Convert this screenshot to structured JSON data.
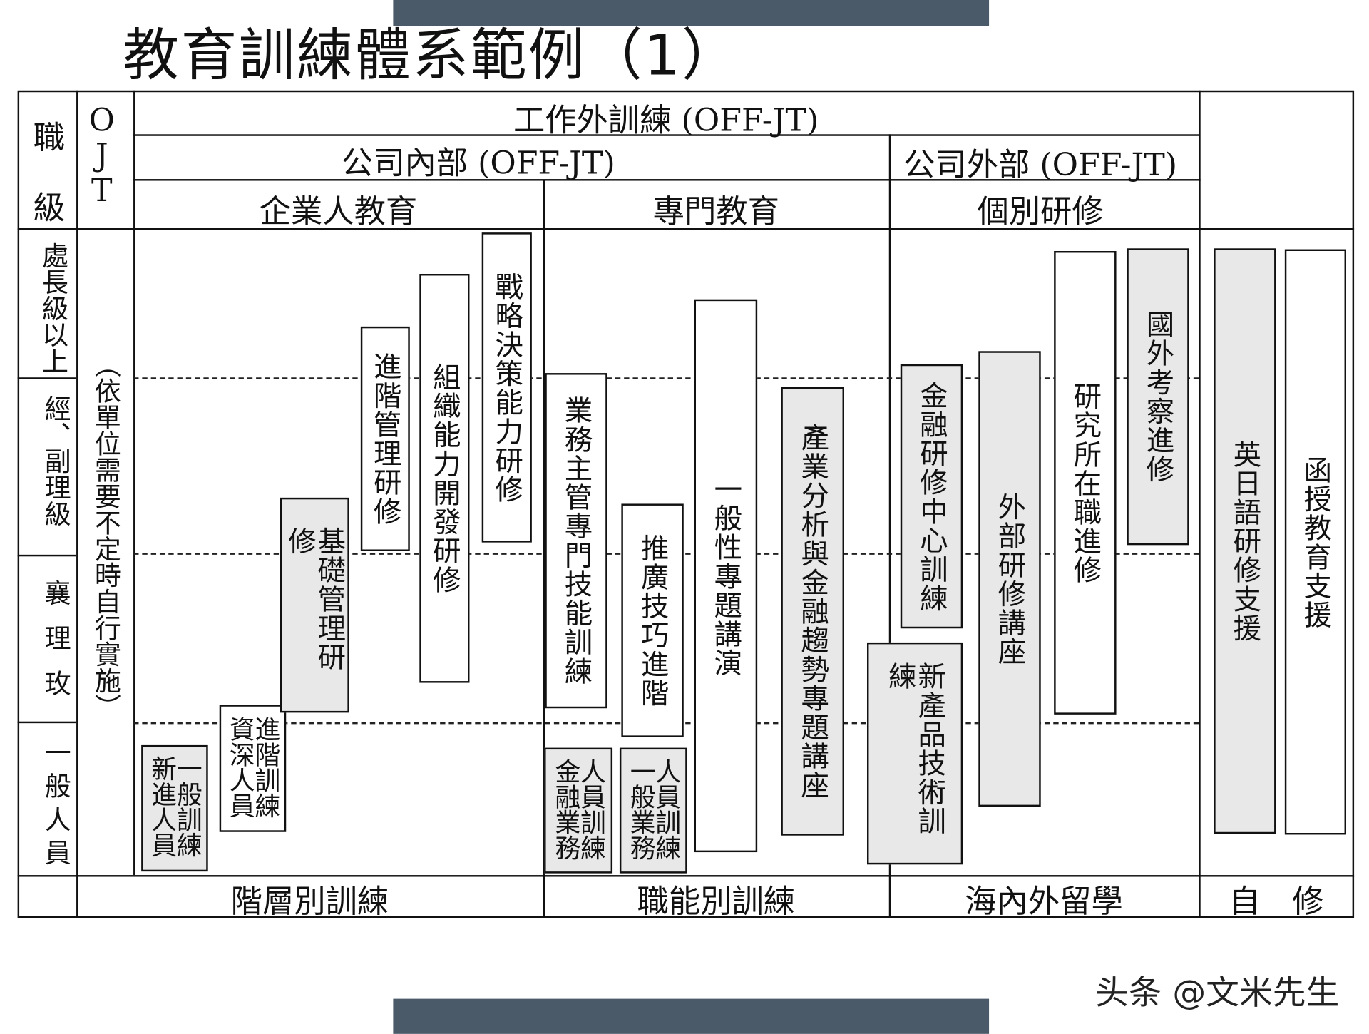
{
  "title": "教育訓練體系範例（1）",
  "header": {
    "rank_col": "職級",
    "ojt_col": "OJT",
    "off_jt": "工作外訓練 (OFF-JT)",
    "internal": "公司內部 (OFF-JT)",
    "external": "公司外部 (OFF-JT)",
    "categories": [
      "企業人教育",
      "專門教育",
      "個別研修"
    ]
  },
  "ranks": [
    "處長級以上",
    "經、副理級",
    "襄 理 玫",
    "一般人員"
  ],
  "ojt_note": "（依單位需要不定時自行實施）",
  "footer": [
    "階層別訓練",
    "職能別訓練",
    "海內外留學",
    "自　修"
  ],
  "boxes": [
    {
      "text": "新進人員一般訓練",
      "shaded": true
    },
    {
      "text": "資深人員進階訓練",
      "shaded": false
    },
    {
      "text": "基礎管理研修",
      "shaded": true
    },
    {
      "text": "進階管理研修",
      "shaded": false
    },
    {
      "text": "組織能力開發研修",
      "shaded": false
    },
    {
      "text": "戰略決策能力研修",
      "shaded": false
    },
    {
      "text": "業務主管專門技能訓練",
      "shaded": false
    },
    {
      "text": "金融業務人員訓練",
      "shaded": true
    },
    {
      "text": "推廣技巧進階",
      "shaded": false
    },
    {
      "text": "一般業務人員訓練",
      "shaded": true
    },
    {
      "text": "一般性專題講演",
      "shaded": false
    },
    {
      "text": "產業分析與金融趨勢專題講座",
      "shaded": true
    },
    {
      "text": "金融研修中心訓練",
      "shaded": true
    },
    {
      "text": "新產品技術訓練",
      "shaded": true
    },
    {
      "text": "外部研修講座",
      "shaded": true
    },
    {
      "text": "研究所在職進修",
      "shaded": false
    },
    {
      "text": "國外考察進修",
      "shaded": true
    },
    {
      "text": "英日語研修支援",
      "shaded": true
    },
    {
      "text": "函授教育支援",
      "shaded": false
    }
  ],
  "watermark": "头条 @文米先生",
  "colors": {
    "banner": "#4b5a69",
    "shade": "#e8e8e8"
  }
}
